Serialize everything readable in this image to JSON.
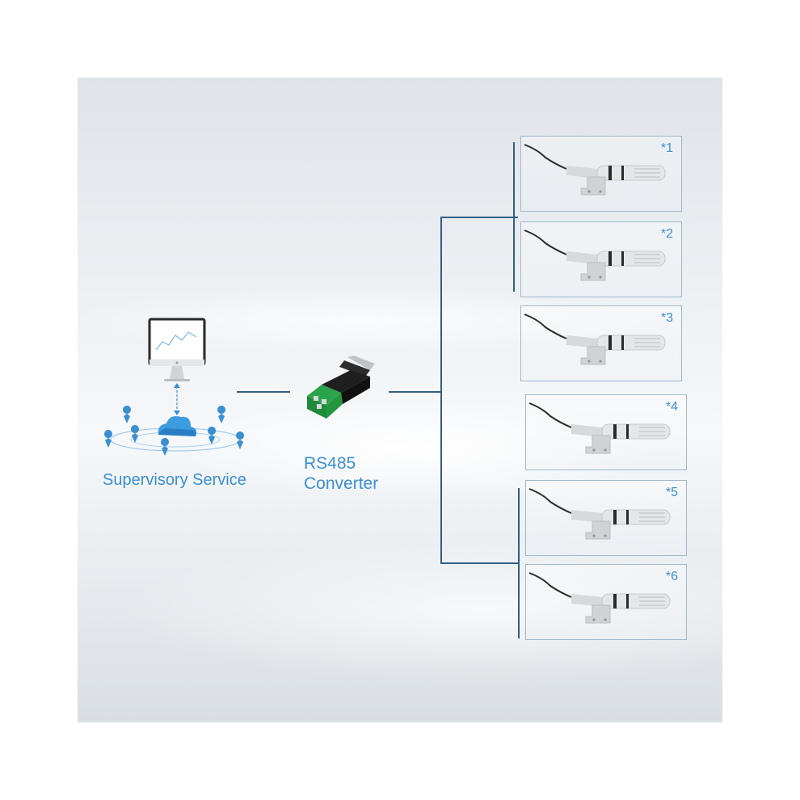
{
  "supervisory": {
    "label": "Supervisory Service"
  },
  "converter": {
    "line1": "RS485",
    "line2": "Converter"
  },
  "sensors": [
    {
      "label": "*1"
    },
    {
      "label": "*2"
    },
    {
      "label": "*3"
    },
    {
      "label": "*4"
    },
    {
      "label": "*5"
    },
    {
      "label": "*6"
    }
  ],
  "colors": {
    "accent": "#3b8fd0",
    "wire": "#2f5f86",
    "box_border": "#9fb8cc"
  }
}
